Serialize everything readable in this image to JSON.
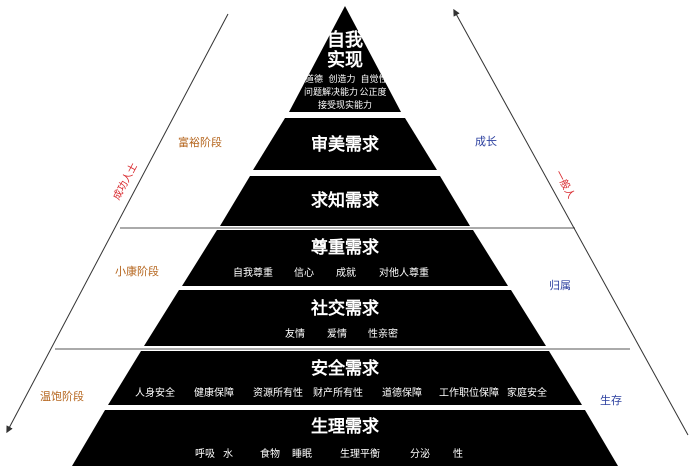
{
  "levels": [
    {
      "title_lines": [
        "自我",
        "实现"
      ],
      "items_lines": [
        [
          "道德",
          "创造力",
          "自觉性"
        ],
        [
          "问题解决能力",
          "公正度"
        ],
        [
          "接受现实能力"
        ]
      ]
    },
    {
      "title": "审美需求",
      "items": []
    },
    {
      "title": "求知需求",
      "items": []
    },
    {
      "title": "尊重需求",
      "items": [
        "自我尊重",
        "信心",
        "成就",
        "对他人尊重"
      ]
    },
    {
      "title": "社交需求",
      "items": [
        "友情",
        "爱情",
        "性亲密"
      ]
    },
    {
      "title": "安全需求",
      "items": [
        "人身安全",
        "健康保障",
        "资源所有性",
        "财产所有性",
        "道德保障",
        "工作职位保障",
        "家庭安全"
      ]
    },
    {
      "title": "生理需求",
      "items": [
        "呼吸",
        "水",
        "食物",
        "睡眠",
        "生理平衡",
        "分泌",
        "性"
      ]
    }
  ],
  "stages": {
    "rich": "富裕阶段",
    "moderate": "小康阶段",
    "subsistence": "温饱阶段"
  },
  "right_labels": {
    "growth": "成长",
    "belonging": "归属",
    "survival": "生存"
  },
  "arrow_labels": {
    "left": "成功人士",
    "right": "一般人"
  },
  "colors": {
    "tier": "#000000",
    "stage_text": "#b5651d",
    "right_text": "#2b3f9f",
    "arrow_text": "#d8262b"
  }
}
